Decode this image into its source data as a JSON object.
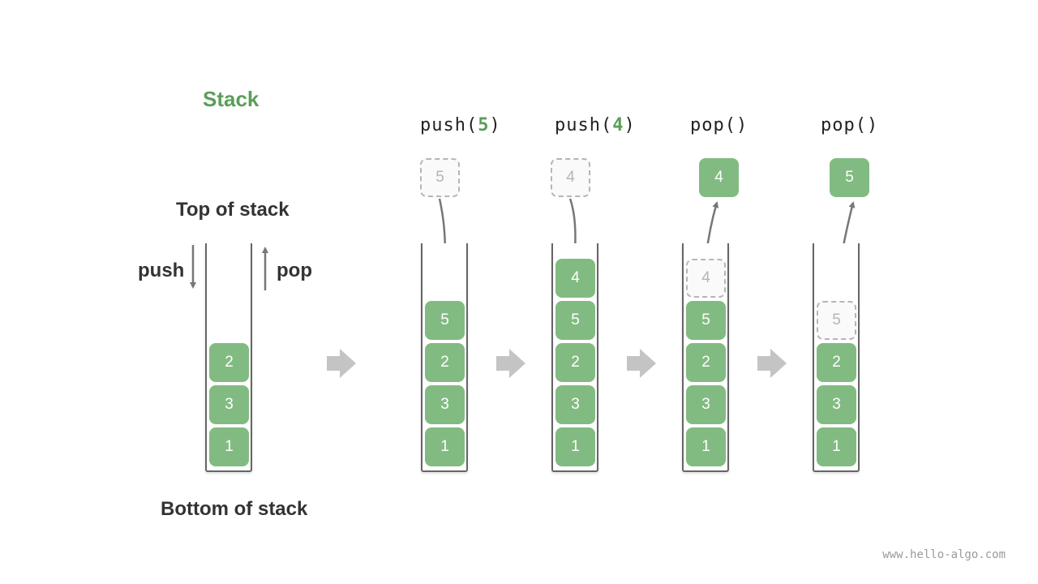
{
  "colors": {
    "accent": "#5a9e5a",
    "cell_fill": "#82bb82",
    "ghost_text": "#b5b5b5",
    "arrow": "#777777",
    "block_arrow": "#c4c4c4"
  },
  "title": "Stack",
  "labels": {
    "top": "Top of stack",
    "bottom": "Bottom of stack",
    "push": "push",
    "pop": "pop"
  },
  "watermark": "www.hello-algo.com",
  "initial_stack": [
    "1",
    "3",
    "2"
  ],
  "steps": [
    {
      "op": "push",
      "arg": "5",
      "paren_open": "(",
      "paren_close": ")",
      "floating": {
        "value": "5",
        "ghost": true
      },
      "stack": [
        {
          "v": "1"
        },
        {
          "v": "3"
        },
        {
          "v": "2"
        },
        {
          "v": "5"
        }
      ]
    },
    {
      "op": "push",
      "arg": "4",
      "paren_open": "(",
      "paren_close": ")",
      "floating": {
        "value": "4",
        "ghost": true
      },
      "stack": [
        {
          "v": "1"
        },
        {
          "v": "3"
        },
        {
          "v": "2"
        },
        {
          "v": "5"
        },
        {
          "v": "4"
        }
      ]
    },
    {
      "op": "pop",
      "arg": "",
      "paren_open": "(",
      "paren_close": ")",
      "floating": {
        "value": "4",
        "ghost": false
      },
      "stack": [
        {
          "v": "1"
        },
        {
          "v": "3"
        },
        {
          "v": "2"
        },
        {
          "v": "5"
        },
        {
          "v": "4",
          "ghost": true
        }
      ]
    },
    {
      "op": "pop",
      "arg": "",
      "paren_open": "(",
      "paren_close": ")",
      "floating": {
        "value": "5",
        "ghost": false
      },
      "stack": [
        {
          "v": "1"
        },
        {
          "v": "3"
        },
        {
          "v": "2"
        },
        {
          "v": "5",
          "ghost": true
        }
      ]
    }
  ]
}
